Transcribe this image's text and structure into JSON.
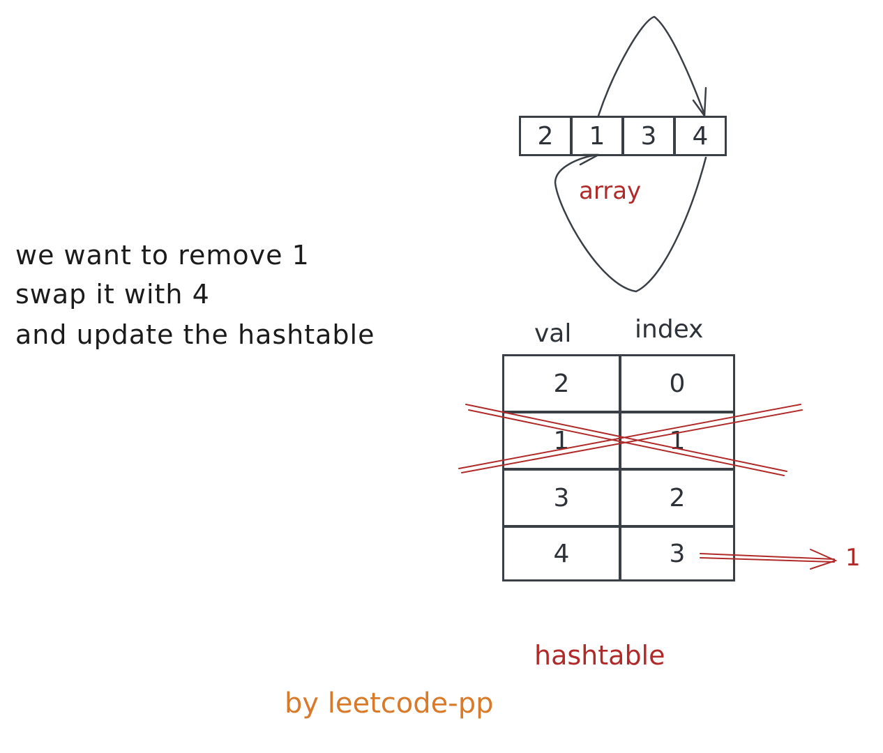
{
  "notes": [
    "we want to remove 1",
    "swap it with 4",
    "and update the hashtable"
  ],
  "array": {
    "label": "array",
    "values": [
      "2",
      "1",
      "3",
      "4"
    ]
  },
  "hashtable": {
    "label": "hashtable",
    "headers": {
      "val": "val",
      "index": "index"
    },
    "rows": [
      {
        "val": "2",
        "index": "0",
        "crossed": false
      },
      {
        "val": "1",
        "index": "1",
        "crossed": true
      },
      {
        "val": "3",
        "index": "2",
        "crossed": false
      },
      {
        "val": "4",
        "index": "3",
        "crossed": false
      }
    ],
    "updated_index": "1"
  },
  "credit": "by leetcode-pp",
  "colors": {
    "ink": "#3a3f46",
    "red": "#b12a2a",
    "orange": "#d97a2b"
  }
}
